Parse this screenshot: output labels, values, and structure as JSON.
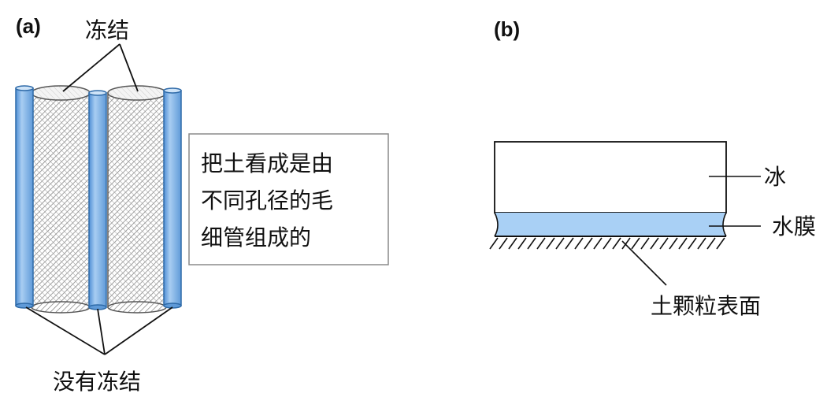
{
  "panel_a": {
    "label": "(a)",
    "frozen_label": "冻结",
    "unfrozen_label": "没有冻结",
    "note_lines": [
      "把土看成是由",
      "不同孔径的毛",
      "细管组成的"
    ],
    "colors": {
      "tube_blue": "#7fb3e8",
      "hatch": "#8a8a8a"
    }
  },
  "panel_b": {
    "label": "(b)",
    "ice_label": "冰",
    "water_film_label": "水膜",
    "soil_surface_label": "土颗粒表面",
    "colors": {
      "water_film": "#a9d0f5"
    }
  }
}
